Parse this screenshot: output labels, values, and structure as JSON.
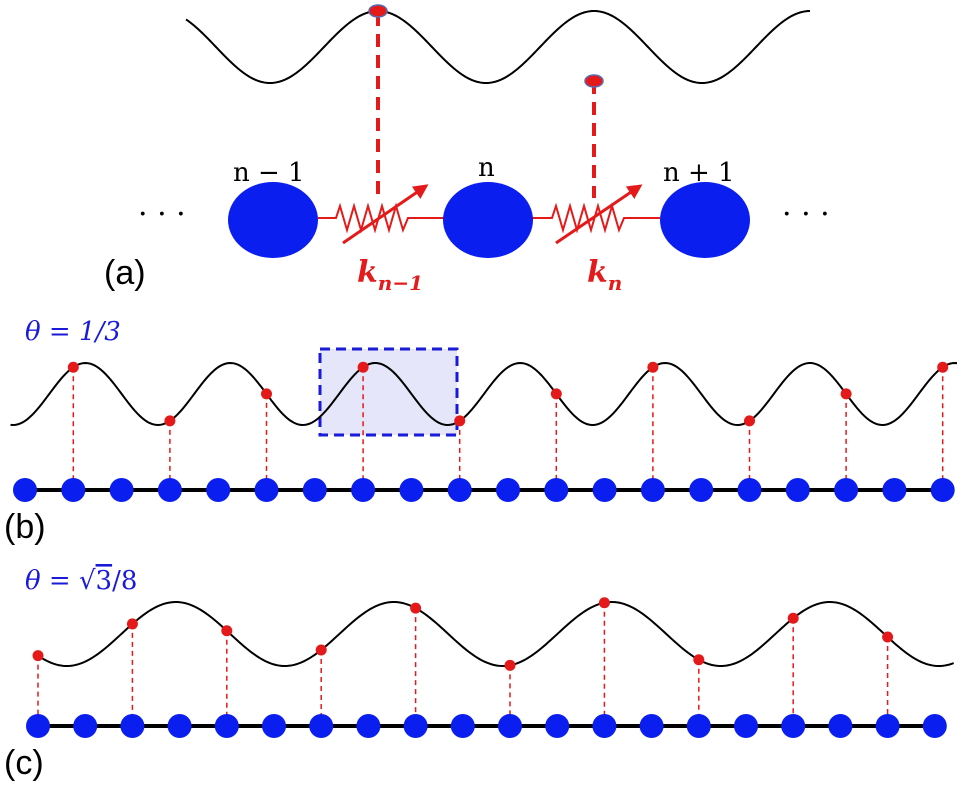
{
  "panel_a": {
    "label": "(a)",
    "left_ellipsis": "· · ·",
    "right_ellipsis": "· · ·",
    "sites": [
      "n − 1",
      "n",
      "n + 1"
    ],
    "springs": [
      {
        "k_main": "k",
        "k_sub": "n−1"
      },
      {
        "k_main": "k",
        "k_sub": "n"
      }
    ]
  },
  "panel_b": {
    "label": "(b)",
    "theta_text": "θ = 1/3",
    "theta": 0.3333333,
    "site_count": 20,
    "highlight_unit_cell": true
  },
  "panel_c": {
    "label": "(c)",
    "theta_prefix": "θ = ",
    "theta_radicand": "3",
    "theta_suffix": "/8",
    "theta": 0.2165064,
    "site_count": 20
  },
  "colors": {
    "site_fill": "#0a1ef0",
    "dot_fill": "#e41a1a",
    "dashed": "#e41a1a",
    "wave": "#000000",
    "highlight_fill": "#e6e6fa",
    "highlight_stroke": "#1a1adb",
    "theta_text": "#1a1adb",
    "k_text": "#e31b1b"
  }
}
